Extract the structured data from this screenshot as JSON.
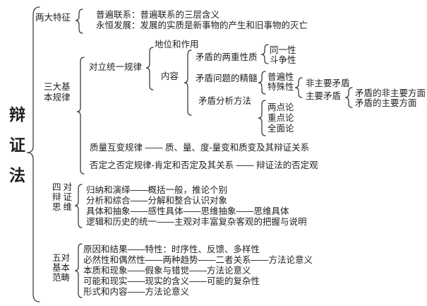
{
  "root": {
    "chars": [
      "辩",
      "证",
      "法"
    ]
  },
  "two_features": {
    "label": "两大特征",
    "items": [
      "普遍联系：普遍联系的三层含义",
      "永恒发展：发展的实质是新事物的产生和旧事物的灭亡"
    ]
  },
  "three_laws": {
    "label_lines": [
      "三大基",
      "本规律"
    ],
    "unity_of_opposites": {
      "label": "对立统一规律",
      "status_role": "地位和作用",
      "content": {
        "label": "内容",
        "dual_nature": {
          "label": "矛盾的两重性质",
          "items": [
            "同一性",
            "斗争性"
          ]
        },
        "essence": {
          "label": "矛盾问题的精髓",
          "items": [
            "普遍性",
            "特殊性"
          ],
          "particularity": {
            "items": [
              "非主要矛盾",
              "主要矛盾"
            ],
            "principal": {
              "items": [
                "矛盾的非主要方面",
                "矛盾的主要方面"
              ]
            }
          }
        },
        "analysis_method": {
          "label": "矛盾分析方法",
          "items": [
            "两点论",
            "重点论",
            "全面论"
          ]
        }
      }
    },
    "quantity_quality": "质量互变规律 —— 质、量、度-量变和质变及其辩证关系",
    "negation": "否定之否定规律-肯定和否定及其关系 —— 辩证法的否定观"
  },
  "four_thinking": {
    "label_lines": [
      "四对",
      "辩证",
      "思维"
    ],
    "items": [
      "归纳和演绎——概括一般，推论个别",
      "分析和综合——分解和整合认识对象",
      "具体和抽象——感性具体——思维抽象——思维具体",
      "逻辑和历史的统一——主观对丰富复杂客观的把握与说明"
    ]
  },
  "five_categories": {
    "label_lines": [
      "五对",
      "基本",
      "范畴"
    ],
    "items": [
      "原因和结果——特性：时序性、反馈、多样性",
      "必然性和偶然性——两种趋势——二者关系——方法论意义",
      "本质和现象——假象与错觉——方法论意义",
      "可能和现实——现实的含义——可能的复杂性",
      "形式和内容——方法论意义"
    ]
  }
}
